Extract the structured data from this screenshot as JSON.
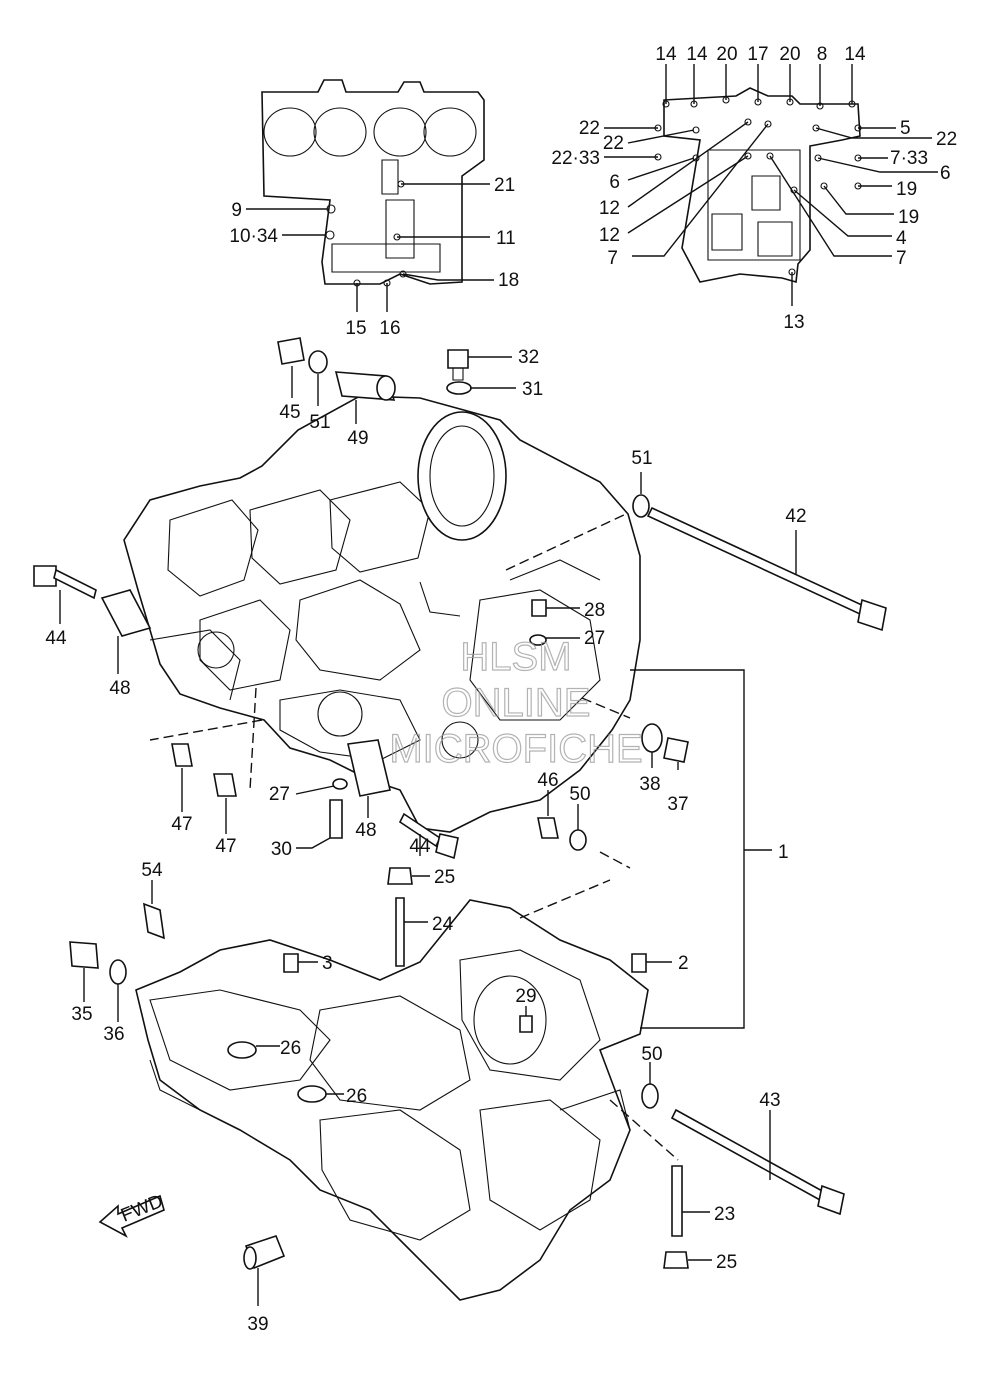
{
  "labels": {
    "l14a": "14",
    "l14b": "14",
    "l20a": "20",
    "l17": "17",
    "l20b": "20",
    "l8": "8",
    "l14c": "14",
    "l22a": "22",
    "l22b": "22",
    "l22c": "22",
    "l2233": "22·33",
    "l5": "5",
    "l733a": "7·33",
    "l6a": "6",
    "l6b": "6",
    "l12a": "12",
    "l12b": "12",
    "l7a": "7",
    "l7b": "7",
    "l19a": "19",
    "l19b": "19",
    "l4": "4",
    "l13": "13",
    "l21": "21",
    "l9": "9",
    "l1034": "10·34",
    "l11": "11",
    "l18": "18",
    "l15": "15",
    "l16": "16",
    "l32": "32",
    "l31": "31",
    "l45": "45",
    "l51a": "51",
    "l49": "49",
    "l51b": "51",
    "l42": "42",
    "l44a": "44",
    "l48a": "48",
    "l28": "28",
    "l27a": "27",
    "l47a": "47",
    "l47b": "47",
    "l27b": "27",
    "l30": "30",
    "l48b": "48",
    "l44b": "44",
    "l46": "46",
    "l50a": "50",
    "l38": "38",
    "l37": "37",
    "l1": "1",
    "l25a": "25",
    "l24": "24",
    "l54": "54",
    "l3": "3",
    "l2": "2",
    "l35": "35",
    "l36": "36",
    "l29": "29",
    "l26a": "26",
    "l26b": "26",
    "l50b": "50",
    "l43": "43",
    "l23": "23",
    "l25b": "25",
    "l39": "39"
  },
  "fwd_label": "FWD",
  "watermark": [
    "HLSM",
    "ONLINE",
    "MICROFICHE"
  ]
}
